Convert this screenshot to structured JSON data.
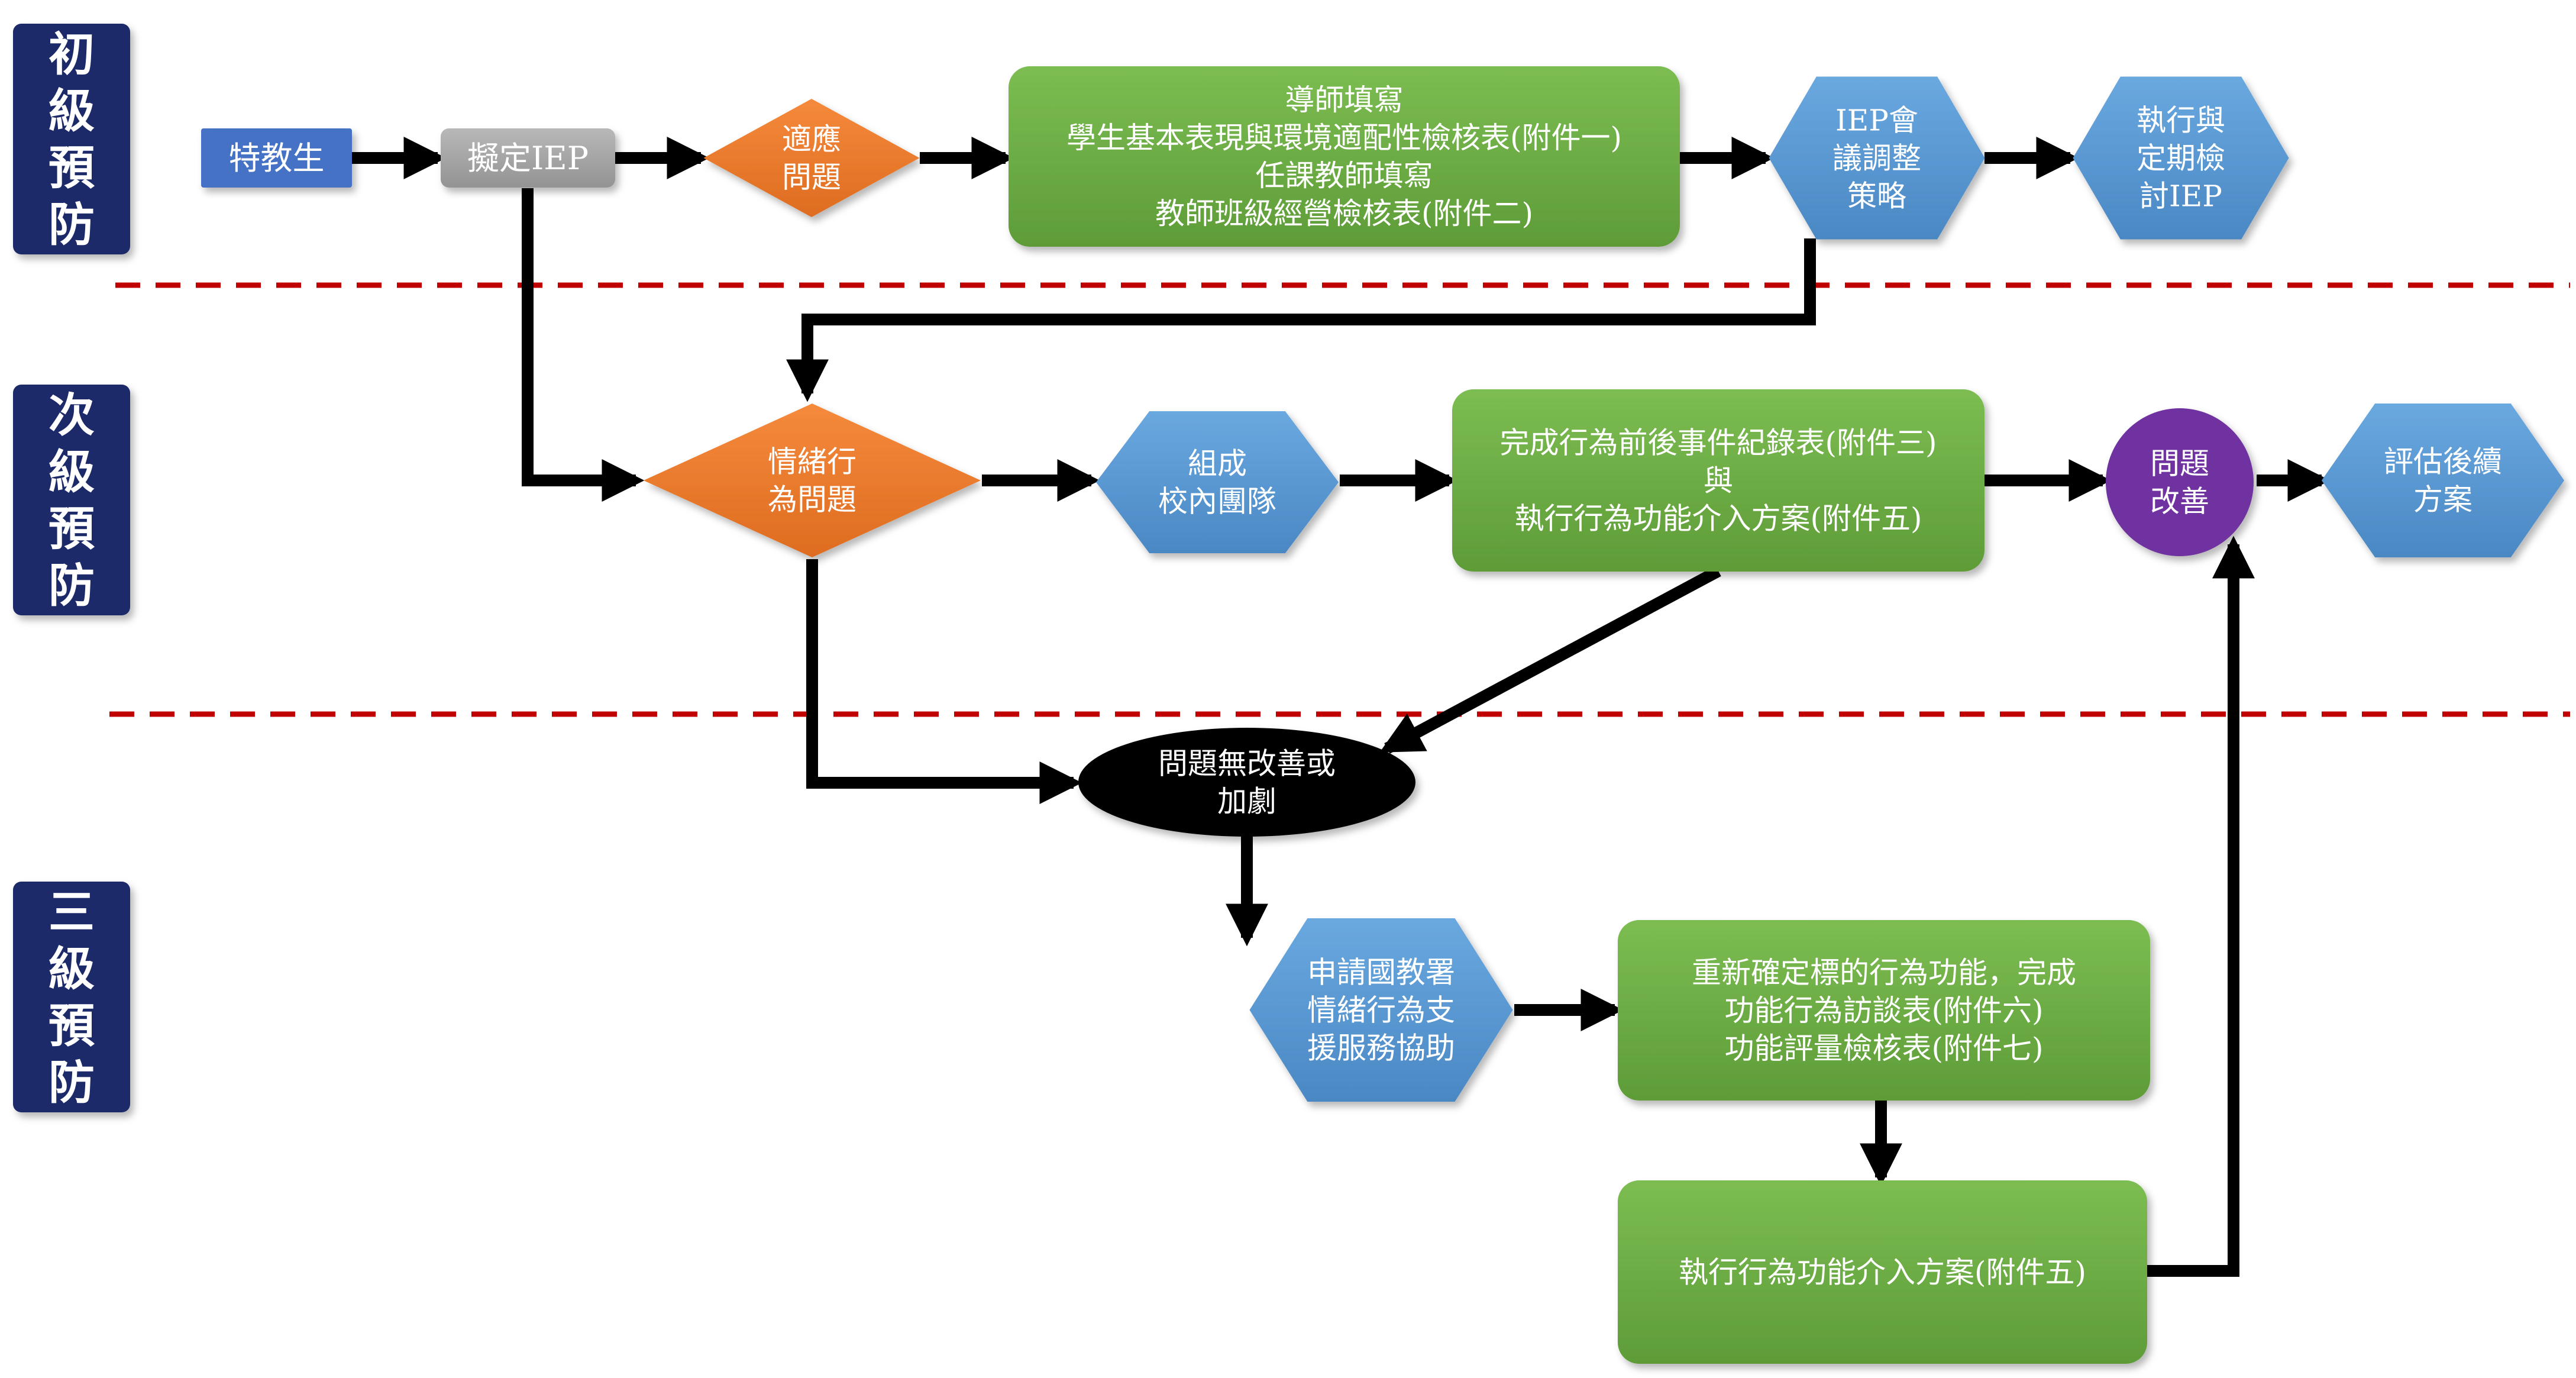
{
  "tiers": [
    {
      "id": "tier-primary",
      "lines": [
        "初",
        "級",
        "預",
        "防"
      ]
    },
    {
      "id": "tier-secondary",
      "lines": [
        "次",
        "級",
        "預",
        "防"
      ]
    },
    {
      "id": "tier-tertiary",
      "lines": [
        "三",
        "級",
        "預",
        "防"
      ]
    }
  ],
  "nodes": {
    "special_student": {
      "lines": [
        "特教生"
      ]
    },
    "draft_iep": {
      "lines": [
        "擬定IEP"
      ]
    },
    "adaptation_problem": {
      "lines": [
        "適應",
        "問題"
      ]
    },
    "teacher_forms": {
      "lines": [
        "導師填寫",
        "學生基本表現與環境適配性檢核表(附件一)",
        "任課教師填寫",
        "教師班級經營檢核表(附件二)"
      ]
    },
    "iep_meeting": {
      "lines": [
        "IEP會",
        "議調整",
        "策略"
      ]
    },
    "execute_review_iep": {
      "lines": [
        "執行與",
        "定期檢",
        "討IEP"
      ]
    },
    "emotional_behavior_problem": {
      "lines": [
        "情緒行",
        "為問題"
      ]
    },
    "school_team": {
      "lines": [
        "組成",
        "校內團隊"
      ]
    },
    "abc_record": {
      "lines": [
        "完成行為前後事件紀錄表(附件三)",
        "與",
        "執行行為功能介入方案(附件五)"
      ]
    },
    "problem_improved": {
      "lines": [
        "問題",
        "改善"
      ]
    },
    "evaluate_follow_up": {
      "lines": [
        "評估後續",
        "方案"
      ]
    },
    "no_improvement": {
      "lines": [
        "問題無改善或",
        "加劇"
      ]
    },
    "apply_support": {
      "lines": [
        "申請國教署",
        "情緒行為支",
        "援服務協助"
      ]
    },
    "fba_interview": {
      "lines": [
        "重新確定標的行為功能，完成",
        "功能行為訪談表(附件六)",
        "功能評量檢核表(附件七)"
      ]
    },
    "execute_bip": {
      "lines": [
        "執行行為功能介入方案(附件五)"
      ]
    }
  },
  "colors": {
    "tier_label": "#1f2a6b",
    "student_box": "#4472c4",
    "iep_box": "#a6a6a6",
    "decision_orange": "#ed7d31",
    "process_green": "#70ad47",
    "hex_blue": "#5b9bd5",
    "circle_purple": "#7030a0",
    "ellipse_black": "#000000",
    "divider_red": "#c00000",
    "arrow": "#000000"
  }
}
